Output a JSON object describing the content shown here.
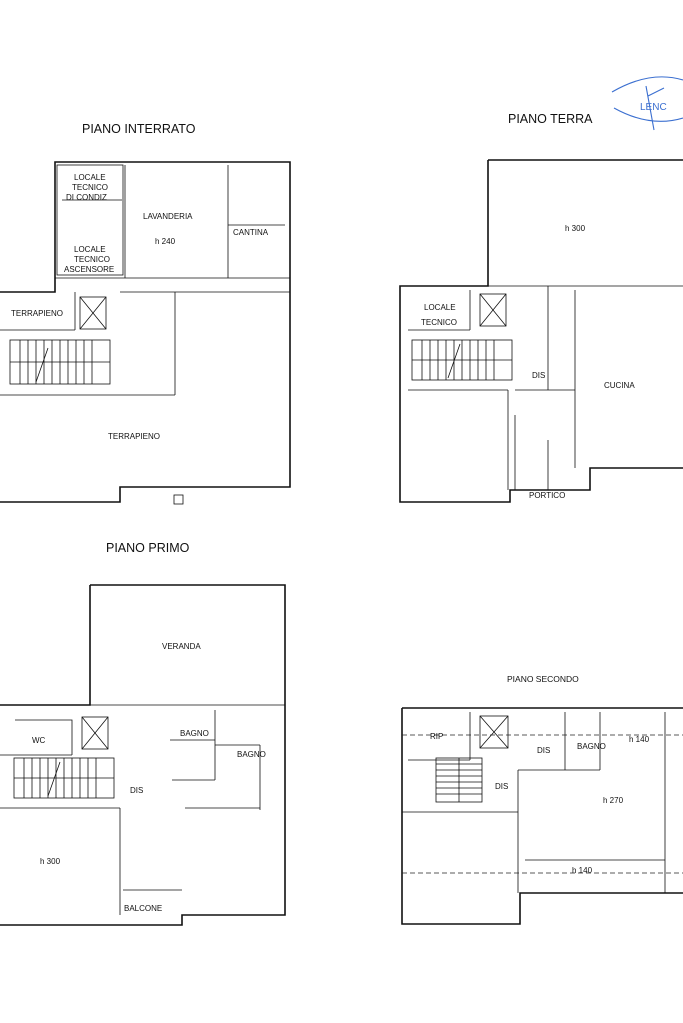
{
  "stamp": {
    "text": "LENC"
  },
  "floors": {
    "interrato": {
      "title": "PIANO INTERRATO",
      "rooms": {
        "locale_condiz": [
          "LOCALE",
          "TECNICO",
          "DI CONDIZ"
        ],
        "locale_ascensore": [
          "LOCALE",
          "TECNICO",
          "ASCENSORE"
        ],
        "lavanderia": "LAVANDERIA",
        "lavanderia_height": "h 240",
        "cantina": "CANTINA",
        "terrapieno_small": "TERRAPIENO",
        "terrapieno_large": "TERRAPIENO"
      }
    },
    "terra": {
      "title": "PIANO TERRA",
      "rooms": {
        "living_height": "h 300",
        "locale_tecnico": [
          "LOCALE",
          "TECNICO"
        ],
        "dis": "DIS",
        "cucina": "CUCINA",
        "portico": "PORTICO"
      }
    },
    "primo": {
      "title": "PIANO PRIMO",
      "rooms": {
        "veranda": "VERANDA",
        "wc": "WC",
        "bagno_1": "BAGNO",
        "bagno_2": "BAGNO",
        "dis": "DIS",
        "bedroom_height": "h 300",
        "balcone": "BALCONE"
      }
    },
    "secondo": {
      "title": "PIANO SECONDO",
      "rooms": {
        "rip": "RIP",
        "dis_1": "DIS",
        "dis_2": "DIS",
        "bagno": "BAGNO",
        "h140_a": "h 140",
        "h270": "h 270",
        "h140_b": "h 140"
      }
    }
  }
}
